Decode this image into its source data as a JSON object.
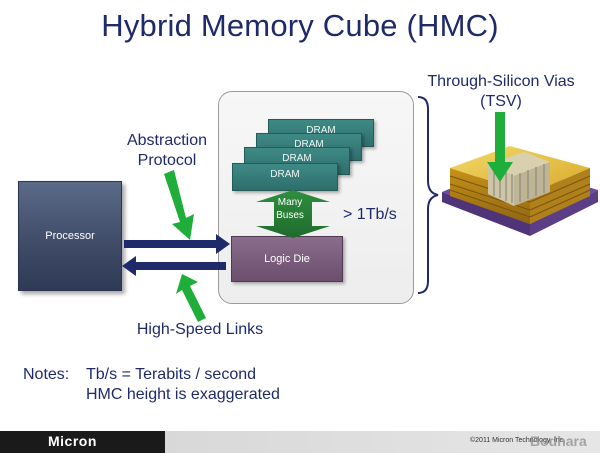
{
  "title": "Hybrid Memory Cube (HMC)",
  "labels": {
    "abstraction": [
      "Abstraction",
      "Protocol"
    ],
    "tsv": [
      "Through-Silicon Vias",
      "(TSV)"
    ],
    "links": "High-Speed Links",
    "bandwidth": "> 1Tb/s"
  },
  "blocks": {
    "processor": "Processor",
    "dram": [
      "DRAM",
      "DRAM",
      "DRAM",
      "DRAM"
    ],
    "buses": [
      "Many",
      "Buses"
    ],
    "logic": "Logic Die"
  },
  "notes": {
    "prefix": "Notes:",
    "line1": "Tb/s = Terabits / second",
    "line2": "HMC height is exaggerated"
  },
  "footer": {
    "logo": "Micron",
    "copyright": "©2011 Micron Technology, Inc.",
    "watermark": "Bodhara"
  },
  "colors": {
    "title": "#1f2a6b",
    "arrow_green": "#1fae3a",
    "link_arrow": "#1f2a6b",
    "dram": "#2e6e6b",
    "logic": "#6b4f6d",
    "processor": "#3e4a66"
  }
}
